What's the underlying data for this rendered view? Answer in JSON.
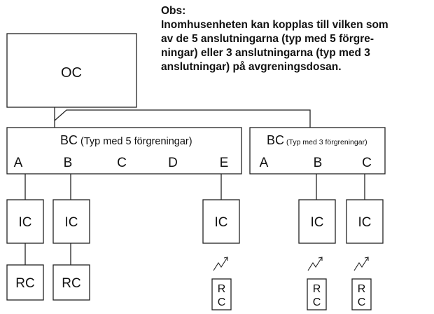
{
  "note": {
    "title": "Obs:",
    "lines": [
      "Inomhusenheten kan kopplas till vilken som",
      "av de 5 anslutningarna (typ med 5 förgre-",
      "ningar) eller 3 anslutningarna (typ med 3",
      "anslutningar) på avgreningsdosan."
    ]
  },
  "oc": {
    "label": "OC"
  },
  "bc5": {
    "label": "BC",
    "type_label": "(Typ med 5 förgreningar)",
    "ports": [
      "A",
      "B",
      "C",
      "D",
      "E"
    ]
  },
  "bc3": {
    "label": "BC",
    "type_label": "(Typ med 3 förgreningar)",
    "ports": [
      "A",
      "B",
      "C"
    ]
  },
  "indoor_units": {
    "label": "IC",
    "items": [
      "IC",
      "IC",
      "IC",
      "IC",
      "IC"
    ]
  },
  "remote_controllers": {
    "wired": [
      "RC",
      "RC"
    ],
    "wireless": [
      {
        "line1": "R",
        "line2": "C"
      },
      {
        "line1": "R",
        "line2": "C"
      },
      {
        "line1": "R",
        "line2": "C"
      }
    ]
  },
  "colors": {
    "line": "#222222",
    "text": "#111111",
    "background": "#ffffff"
  }
}
